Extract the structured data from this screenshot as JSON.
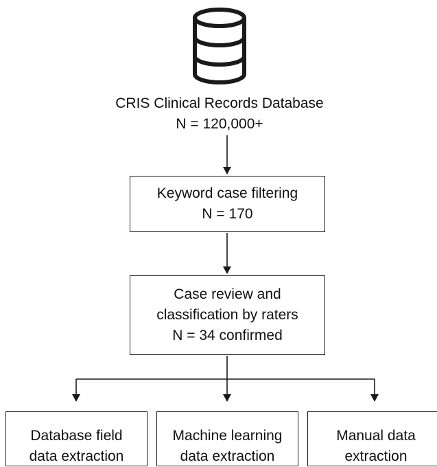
{
  "database": {
    "icon": "database-icon",
    "name": "CRIS Clinical Records Database",
    "count": "N = 120,000+"
  },
  "filtering": {
    "line1": "Keyword case filtering",
    "line2": "N = 170"
  },
  "review": {
    "line1": "Case review and",
    "line2": "classification by raters",
    "line3": "N = 34 confirmed"
  },
  "outputs": [
    {
      "line1": "Database field",
      "line2": "data extraction"
    },
    {
      "line1": "Machine learning",
      "line2": "data extraction"
    },
    {
      "line1": "Manual data",
      "line2": "extraction"
    }
  ],
  "colors": {
    "stroke": "#1a1a1a",
    "background": "#ffffff"
  }
}
